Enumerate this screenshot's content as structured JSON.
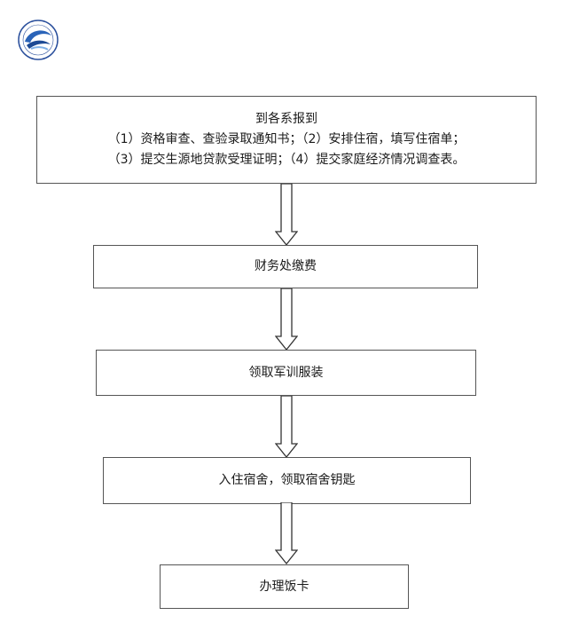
{
  "logo_label": "school-emblem",
  "steps": [
    {
      "title": "到各系报到",
      "details": [
        "（1）资格审查、查验录取通知书；（2）安排住宿，填写住宿单；",
        "（3）提交生源地贷款受理证明；（4）提交家庭经济情况调查表。"
      ]
    },
    {
      "title": "财务处缴费"
    },
    {
      "title": "领取军训服装"
    },
    {
      "title": "入住宿舍，领取宿舍钥匙"
    },
    {
      "title": "办理饭卡"
    }
  ]
}
